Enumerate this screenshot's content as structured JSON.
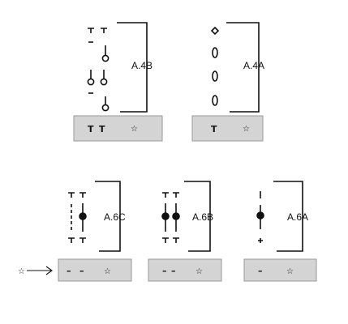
{
  "diagrams": {
    "a4b": {
      "label": "A.4B",
      "bar": [
        "T",
        "T",
        "☆"
      ]
    },
    "a4a": {
      "label": "A.4A",
      "bar": [
        "T",
        "☆"
      ]
    },
    "a6c": {
      "label": "A.6C",
      "bar": [
        "–",
        "–",
        "☆"
      ]
    },
    "a6b": {
      "label": "A.6B",
      "bar": [
        "–",
        "–",
        "☆"
      ]
    },
    "a6a": {
      "label": "A.6A",
      "bar": [
        "–",
        "☆"
      ]
    }
  },
  "start_marker": {
    "symbol": "☆"
  },
  "colors": {
    "bar_fill": "#d4d4d4",
    "bar_stroke": "#9a9a9a",
    "ink": "#111111"
  }
}
